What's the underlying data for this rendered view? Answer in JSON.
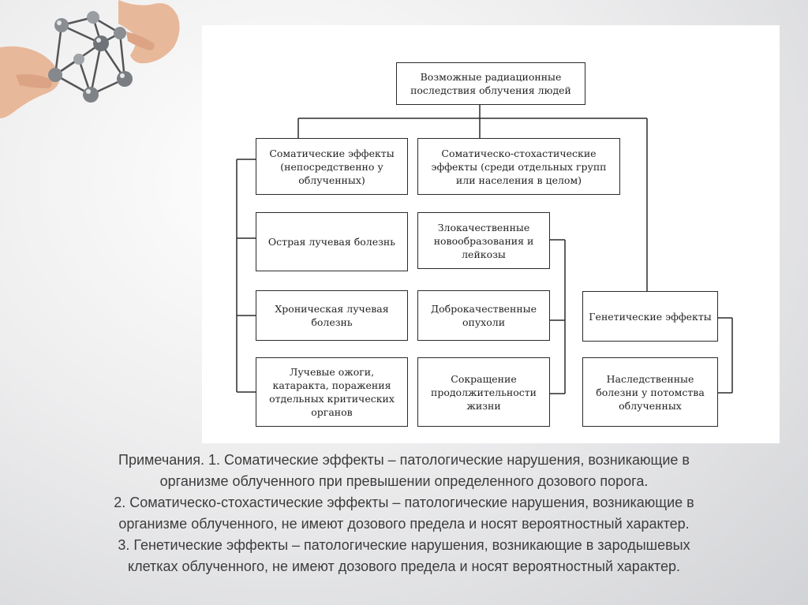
{
  "diagram": {
    "root": "Возможные радиационные последствия облучения людей",
    "somatic": "Соматические эффекты (непосредственно у облученных)",
    "stochastic": "Соматическо-стохастические эффекты (среди отдельных групп или населения в целом)",
    "acute": "Острая лучевая болезнь",
    "chronic": "Хроническая лучевая болезнь",
    "burns": "Лучевые ожоги, катаракта, поражения отдельных критических органов",
    "malignant": "Злокачественные новообразования и лейкозы",
    "benign": "Доброкачественные опухоли",
    "lifespan": "Сокращение продолжительности жизни",
    "genetic": "Генетические эффекты",
    "hereditary": "Наследственные болезни у потомства облученных"
  },
  "notes": {
    "line1": "Примечания. 1. Соматические эффекты – патологические нарушения, возникающие в",
    "line2": "организме облученного при превышении определенного дозового порога.",
    "line3": "2. Соматическо-стохастические эффекты – патологические нарушения, возникающие в",
    "line4": "организме облученного, не имеют дозового предела и носят вероятностный характер.",
    "line5": "3. Генетические эффекты – патологические нарушения, возникающие в зародышевых",
    "line6": "клетках облученного, не имеют дозового предела и носят вероятностный характер."
  }
}
